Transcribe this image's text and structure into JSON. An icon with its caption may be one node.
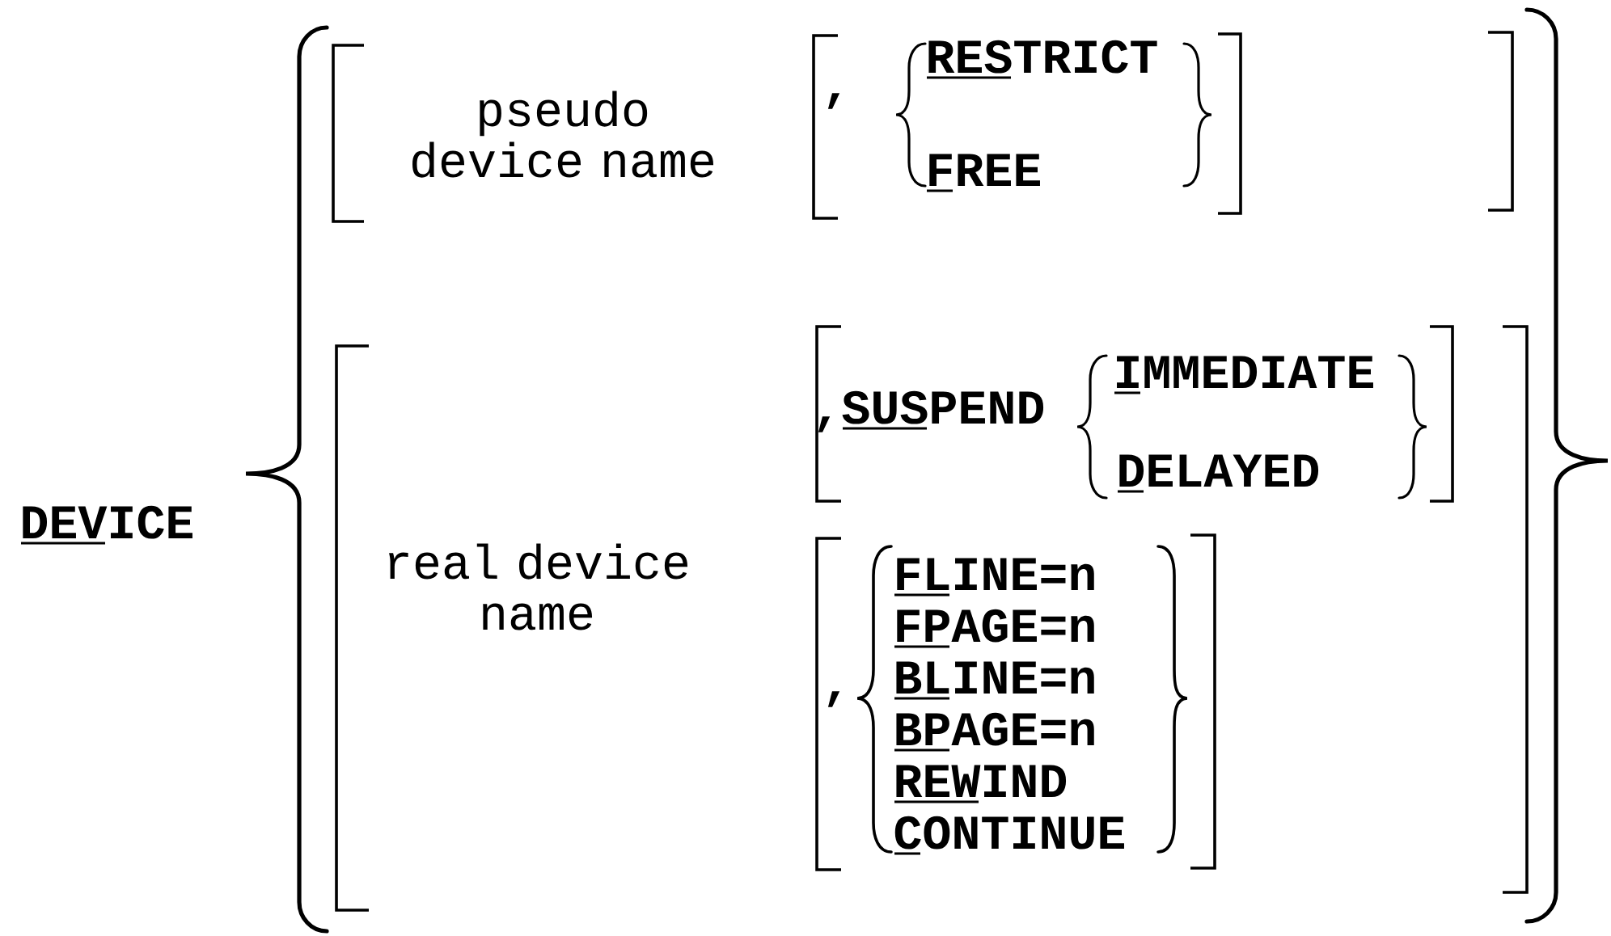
{
  "diagram": {
    "labels": [
      "DEVICE",
      "pseudo device name",
      ",",
      "RESTRICT",
      "FREE",
      "real device name",
      ",SUSPEND",
      "IMMEDIATE",
      "DELAYED",
      ",",
      "FLINE=n",
      "FPAGE=n",
      "BLINE=n",
      "BPAGE=n",
      "REWIND",
      "CONTINUE"
    ]
  }
}
